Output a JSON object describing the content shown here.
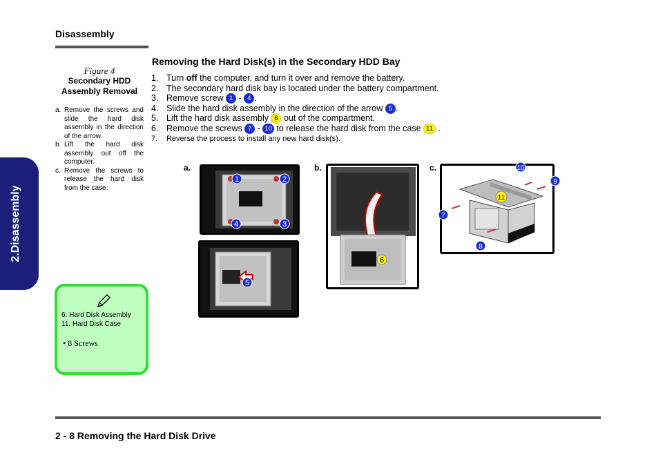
{
  "header": {
    "title": "Disassembly"
  },
  "side_tab": {
    "label": "2.Disassembly"
  },
  "figure": {
    "label": "Figure 4",
    "title_line1": "Secondary HDD",
    "title_line2": "Assembly Removal",
    "notes": [
      {
        "marker": "a.",
        "text": "Remove the screws and slide the hard disk assembly in the direction of the arrow."
      },
      {
        "marker": "b.",
        "text": "Lift the hard disk assembly out off the computer."
      },
      {
        "marker": "c.",
        "text": "Remove the screws to release the hard disk from the case."
      }
    ]
  },
  "notebox": {
    "item1": "6.   Hard Disk Assembly",
    "item2": "11. Hard Disk Case",
    "bullet": "•   8 Screws",
    "icon": "pencil-icon"
  },
  "section": {
    "heading": "Removing the Hard Disk(s) in the Secondary HDD Bay",
    "steps": [
      {
        "num": "1.",
        "pre": "Turn ",
        "bold": "off",
        "post": " the computer, and turn it over and remove the battery."
      },
      {
        "num": "2.",
        "text": "The secondary hard disk bay is located under the battery compartment."
      },
      {
        "num": "3.",
        "pre": "Remove screw ",
        "b1": "1",
        "mid": " - ",
        "b2": "4",
        "post": "."
      },
      {
        "num": "4.",
        "pre": "Slide the hard disk assembly in the direction of the arrow ",
        "b1": "5",
        "post": "."
      },
      {
        "num": "5.",
        "pre": "Lift the hard disk assembly ",
        "b1": "6",
        "post": " out of the compartment."
      },
      {
        "num": "6.",
        "pre": "Remove the screws ",
        "b1": "7",
        "mid": " - ",
        "b2": "10",
        "mid2": " to release the hard disk from the case ",
        "b3": "11",
        "post": " ."
      },
      {
        "num": "7.",
        "text": "Reverse the process to install any new hard disk(s)."
      }
    ]
  },
  "panels": {
    "a": "a.",
    "b": "b.",
    "c": "c.",
    "a_callouts": [
      "1",
      "2",
      "4",
      "3",
      "5"
    ],
    "b_callouts": [
      "6"
    ],
    "c_callouts": [
      "10",
      "9",
      "11",
      "7",
      "8"
    ]
  },
  "footer": {
    "text": "2  -  8  Removing the Hard Disk Drive"
  },
  "colors": {
    "tab": "#1b1f7a",
    "badge_blue": "#1b2fd0",
    "badge_yellow": "#ffee22",
    "note_fill": "#bfffbf",
    "note_border": "#33dd33"
  }
}
